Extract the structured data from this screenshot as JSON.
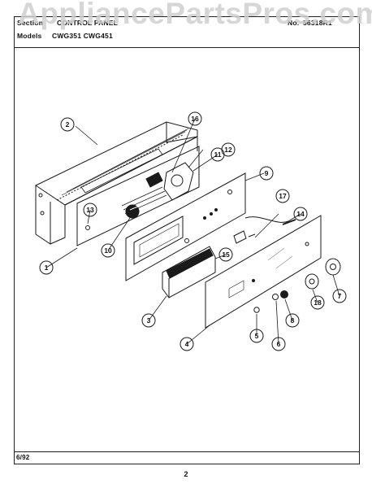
{
  "watermark": "AppliancePartsPros.com",
  "header": {
    "section_label": "Section",
    "section_value": "CONTROL PANEL",
    "form_label": "No.",
    "form_value": "56318R1",
    "models_label": "Models",
    "models_value": "CWG351  CWG451"
  },
  "footer": {
    "date": "6/92",
    "page": "2"
  },
  "callouts": [
    "1",
    "2",
    "3",
    "4",
    "5",
    "6",
    "7",
    "8",
    "9",
    "10",
    "11",
    "12",
    "13",
    "14",
    "15",
    "16",
    "17",
    "18"
  ]
}
